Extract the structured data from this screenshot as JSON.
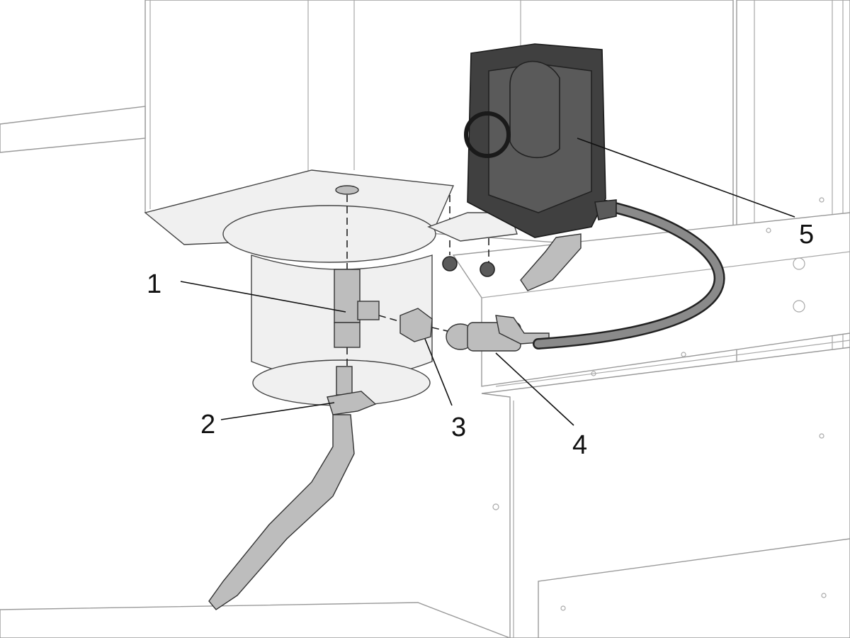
{
  "figure": {
    "callouts": [
      {
        "id": "1",
        "label": "1"
      },
      {
        "id": "2",
        "label": "2"
      },
      {
        "id": "3",
        "label": "3"
      },
      {
        "id": "4",
        "label": "4"
      },
      {
        "id": "5",
        "label": "5"
      }
    ]
  },
  "colors": {
    "background": "#ffffff",
    "line": "#111111",
    "housing": "#5a5a5a",
    "hose": "#6e6e6e",
    "fitting": "#bdbdbd"
  }
}
